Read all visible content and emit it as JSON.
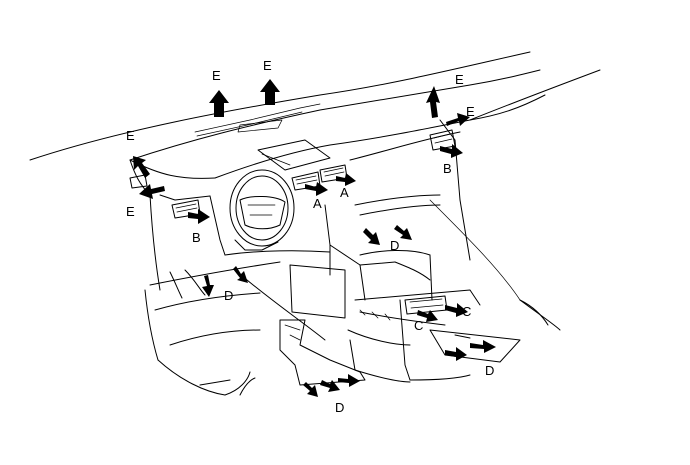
{
  "labels": {
    "E": "E",
    "A": "A",
    "B": "B",
    "C": "C",
    "D": "D"
  }
}
